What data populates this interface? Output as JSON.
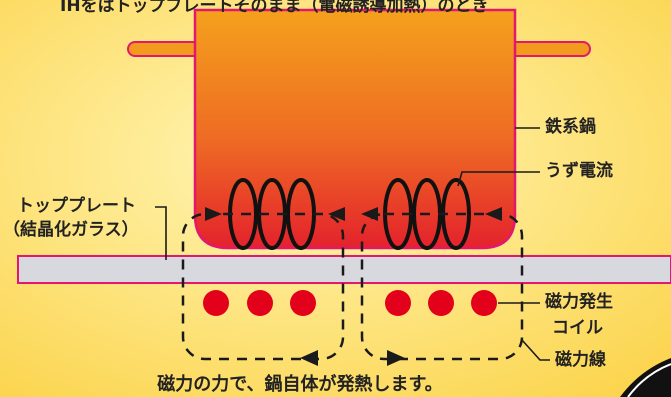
{
  "top_caption": "IHをはトップブレートそのまま（電磁誘導加熱）のとき",
  "labels": {
    "pot": "鉄系鍋",
    "eddy": "うず電流",
    "plate_line1": "トッププレート",
    "plate_line2": "（結晶化ガラス）",
    "coil_line1": "磁力発生",
    "coil_line2": "コイル",
    "field": "磁力線"
  },
  "bottom_caption": "磁力の力で、鍋自体が発熱します。",
  "colors": {
    "background": "#fde173",
    "pot_top": "#f39a1c",
    "pot_bottom": "#e8282c",
    "outline": "#e3176f",
    "plate": "#d6d6de",
    "coil_dot": "#e3001b",
    "lines": "#1a1a1a"
  }
}
